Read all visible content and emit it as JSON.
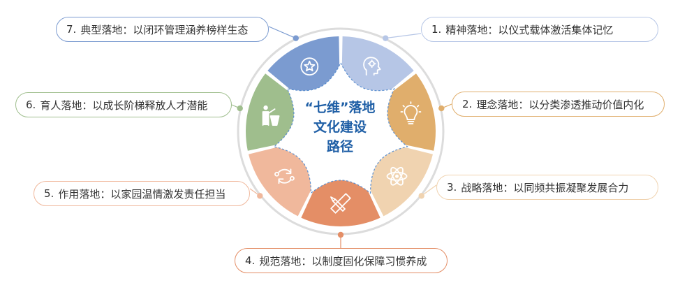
{
  "center": {
    "line1": "“七维”落地",
    "line2": "文化建设",
    "line3": "路径"
  },
  "segments": [
    {
      "num": "1.",
      "title": "精神落地",
      "sep": "：",
      "desc": "以仪式载体激活集体记忆",
      "color": "#b6c6e6",
      "icon": "head-gear-icon"
    },
    {
      "num": "2.",
      "title": "理念落地",
      "sep": "：",
      "desc": "以分类渗透推动价值内化",
      "color": "#e0ae6c",
      "icon": "lightbulb-icon"
    },
    {
      "num": "3.",
      "title": "战略落地",
      "sep": "：",
      "desc": "以同频共振凝聚发展合力",
      "color": "#f0d3b0",
      "icon": "atom-icon"
    },
    {
      "num": "4.",
      "title": "规范落地",
      "sep": "：",
      "desc": "以制度固化保障习惯养成",
      "color": "#e48e66",
      "icon": "ruler-pencil-icon"
    },
    {
      "num": "5.",
      "title": "作用落地",
      "sep": "：",
      "desc": "以家园温情激发责任担当",
      "color": "#f0b89c",
      "icon": "cycle-icon"
    },
    {
      "num": "6.",
      "title": "育人落地",
      "sep": "：",
      "desc": "以成长阶梯释放人才潜能",
      "color": "#9fbe8d",
      "icon": "teacher-podium-icon"
    },
    {
      "num": "7.",
      "title": "典型落地",
      "sep": "：",
      "desc": "以闭环管理涵养榜样生态",
      "color": "#7b9bd0",
      "icon": "star-badge-icon"
    }
  ]
}
